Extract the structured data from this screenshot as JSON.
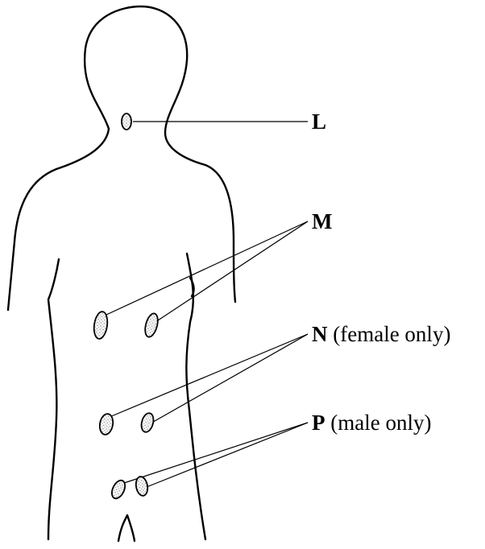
{
  "diagram": {
    "labels": [
      {
        "id": "L",
        "letter": "L",
        "note": ""
      },
      {
        "id": "M",
        "letter": "M",
        "note": ""
      },
      {
        "id": "N",
        "letter": "N",
        "note": " (female only)"
      },
      {
        "id": "P",
        "letter": "P",
        "note": " (male only)"
      }
    ]
  },
  "colors": {
    "ink": "#000000",
    "paper": "#ffffff",
    "stipple": "#888888"
  }
}
